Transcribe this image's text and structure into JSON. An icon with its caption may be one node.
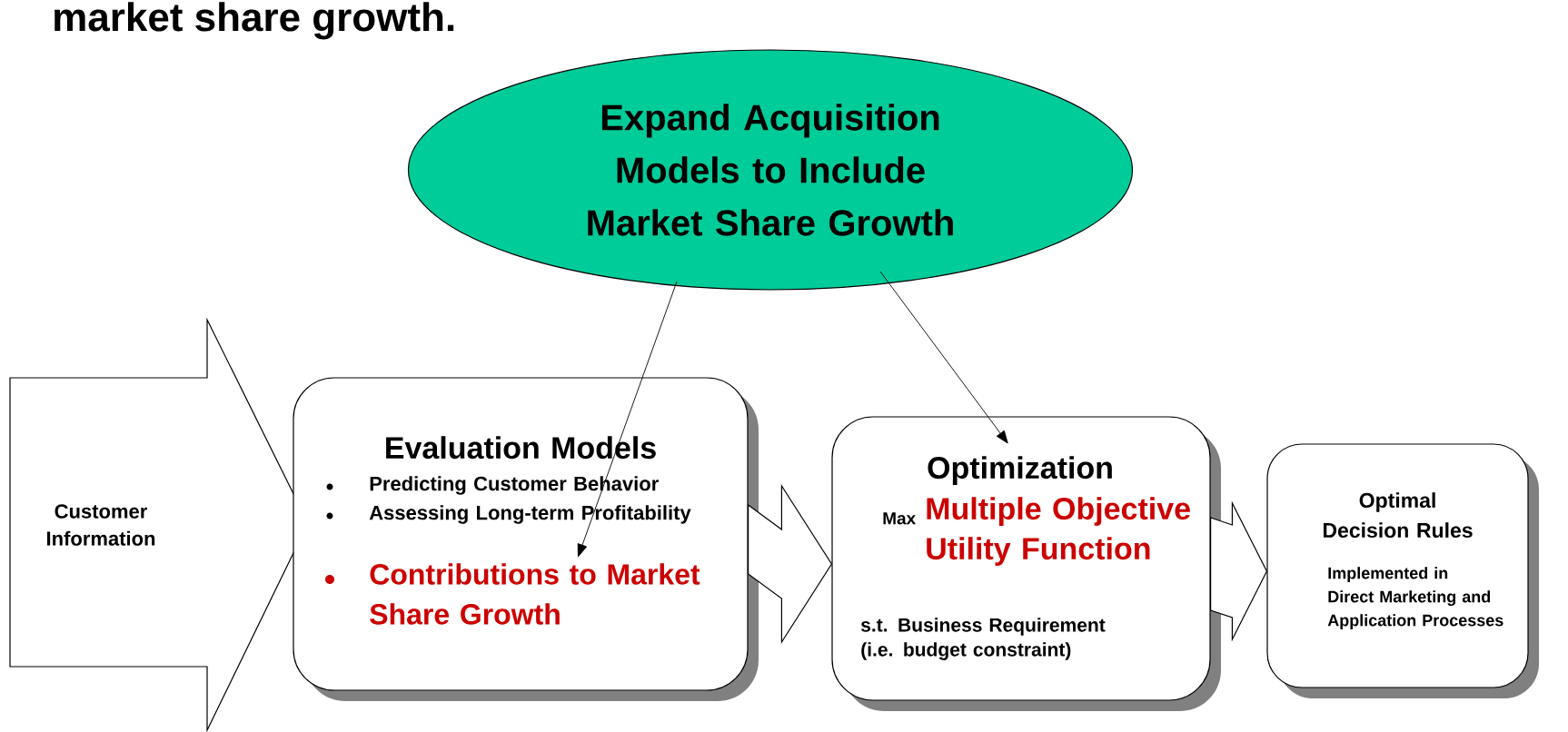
{
  "diagram": {
    "nodes": [
      {
        "text": [
          "Expand Acquisition Models to Include Market Share Growth"
        ]
      },
      {
        "text": [
          "Customer Information"
        ]
      },
      {
        "text": [
          "Evaluation Models",
          "Predicting Customer Behavior",
          "Assessing Long-term Profitability",
          "Contributions to Market Share Growth"
        ]
      },
      {
        "text": [
          "Optimization",
          "Max",
          "Multiple Objective Utility Function",
          "s.t. Business Requirement (i.e. budget constraint)"
        ]
      },
      {
        "text": [
          "Optimal Decision Rules",
          "Implemented in Direct Marketing and Application Processes"
        ]
      }
    ],
    "edges": [
      {
        "from": 0,
        "to": 2,
        "arrow": "to"
      },
      {
        "from": 0,
        "to": 3,
        "arrow": "to"
      },
      {
        "from": 2,
        "to": 3,
        "arrow": "to",
        "style": "thick"
      },
      {
        "from": 3,
        "to": 4,
        "arrow": "to",
        "style": "thick"
      }
    ],
    "labels": [
      "market share growth."
    ]
  }
}
